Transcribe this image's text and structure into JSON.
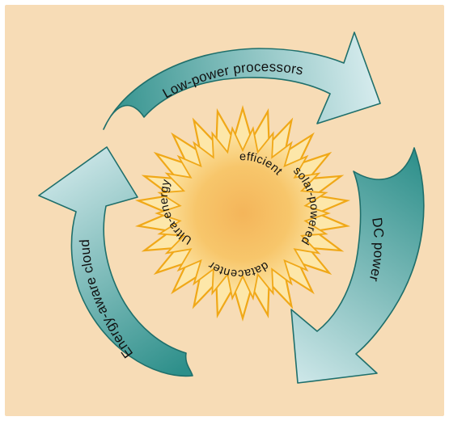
{
  "diagram": {
    "arrows": [
      {
        "label": "Low-power processors"
      },
      {
        "label": "DC power"
      },
      {
        "label": "Energy-aware cloud"
      }
    ],
    "center": {
      "words": [
        "Ultra-energy",
        "efficient",
        "solar-powered",
        "datacenter"
      ]
    },
    "colors": {
      "background": "#f7dcb6",
      "arrow_dark": "#2d8f8a",
      "arrow_light": "#d7ecee",
      "sun_outline": "#f0a818",
      "sun_fill_outer": "#fde7a9",
      "sun_fill_inner": "#f4b55a"
    }
  }
}
